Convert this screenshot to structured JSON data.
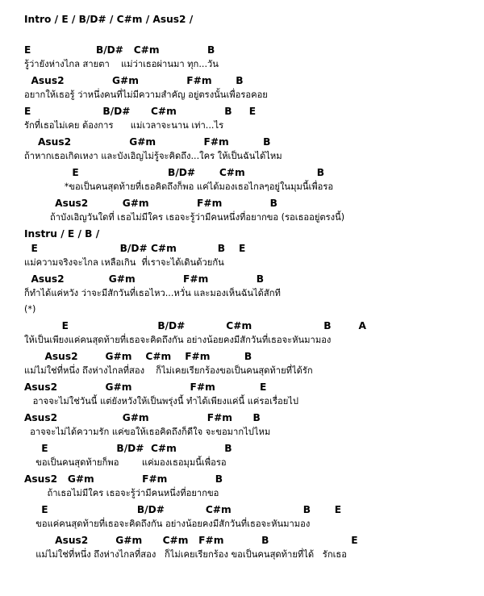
{
  "lines": [
    {
      "kind": "section",
      "text": "Intro / E / B/D# / C#m / Asus2 /"
    },
    {
      "kind": "chord",
      "text": "E                   B/D#   C#m              B"
    },
    {
      "kind": "lyric",
      "text": "รู้ว่ายังห่างไกล สายตา    แม่ว่าเธอผ่านมา ทุก...วัน"
    },
    {
      "kind": "chord",
      "text": "  Asus2              G#m              F#m       B"
    },
    {
      "kind": "lyric",
      "text": "อยากให้เธอรู้ ว่าหนึ่งคนที่ไม่มีความสำคัญ อยู่ตรงนั้นเพื่อรอคอย"
    },
    {
      "kind": "chord",
      "text": "E                     B/D#      C#m              B     E"
    },
    {
      "kind": "lyric",
      "text": "รักที่เธอไม่เคย ต้องการ      แม่เวลาจะนาน เท่า...ไร"
    },
    {
      "kind": "chord",
      "text": "    Asus2                 G#m              F#m          B"
    },
    {
      "kind": "lyric",
      "text": "ถ้าหากเธอเกิดเหงา และบังเอิญไม่รู้จะคิดถึง...ใคร ให้เป็นฉันได้ไหม"
    },
    {
      "kind": "chord",
      "text": "              E                          B/D#       C#m                     B"
    },
    {
      "kind": "lyric",
      "text": "              *ขอเป็นคนสุดท้ายที่เธอคิดถึงก็พอ แค่ได้มองเธอไกลๆอยู่ในมุมนี้เพื่อรอ"
    },
    {
      "kind": "chord",
      "text": "         Asus2          G#m              F#m              B"
    },
    {
      "kind": "lyric",
      "text": "         ถ้าบังเอิญวันใดที่ เธอไม่มีใคร เธอจะรู้ว่ามีคนหนึ่งที่อยากขอ (รอเธออยู่ตรงนี้)"
    },
    {
      "kind": "section",
      "text": "Instru / E / B /"
    },
    {
      "kind": "chord",
      "text": "  E                        B/D# C#m            B    E"
    },
    {
      "kind": "lyric",
      "text": "แม่ความจริงจะไกล เหลือเกิน  ที่เราจะได้เดินด้วยกัน"
    },
    {
      "kind": "chord",
      "text": "  Asus2             G#m              F#m              B"
    },
    {
      "kind": "lyric",
      "text": "ก็ทำได้แค่หวัง ว่าจะมีสักวันที่เธอไหว...หวั่น และมองเห็นฉันได้สักที"
    },
    {
      "kind": "lyric",
      "text": "(*)"
    },
    {
      "kind": "chord",
      "text": "           E                          B/D#            C#m                     B        A"
    },
    {
      "kind": "lyric",
      "text": "ให้เป็นเพียงแค่คนสุดท้ายที่เธอจะคิดถึงกัน อย่างน้อยคงมีสักวันที่เธอจะหันมามอง"
    },
    {
      "kind": "chord",
      "text": "      Asus2        G#m    C#m    F#m          B"
    },
    {
      "kind": "lyric",
      "text": "แม่ไม่ใช่ที่หนึ่ง ถึงห่างไกลที่สอง    ก็ไม่เคยเรียกร้องขอเป็นคนสุดท้ายที่ได้รัก"
    },
    {
      "kind": "chord",
      "text": "Asus2              G#m                 F#m             E"
    },
    {
      "kind": "lyric",
      "text": "   อาจจะไม่ใช่วันนี้ แต่ยังหวังให้เป็นพรุ่งนี้ ทำได้เพียงแค่นี้ แค่รอเรื่อยไป"
    },
    {
      "kind": "chord",
      "text": "Asus2                   G#m                 F#m      B"
    },
    {
      "kind": "lyric",
      "text": "  อาจจะไม่ได้ความรัก แค่ขอให้เธอคิดถึงก็ดีใจ จะขอมากไปไหม"
    },
    {
      "kind": "chord",
      "text": "     E                    B/D#  C#m              B"
    },
    {
      "kind": "lyric",
      "text": "    ขอเป็นคนสุดท้ายก็พอ        แค่มองเธอมุมนี้เพื่อรอ"
    },
    {
      "kind": "chord",
      "text": "Asus2   G#m              F#m              B"
    },
    {
      "kind": "lyric",
      "text": "        ถ้าเธอไม่มีใคร เธอจะรู้ว่ามีคนหนึ่งที่อยากขอ"
    },
    {
      "kind": "chord",
      "text": "     E                          B/D#            C#m                     B       E"
    },
    {
      "kind": "lyric",
      "text": "    ขอแค่คนสุดท้ายที่เธอจะคิดถึงกัน อย่างน้อยคงมีสักวันที่เธอจะหันมามอง"
    },
    {
      "kind": "chord",
      "text": "         Asus2        G#m      C#m   F#m           B                        E"
    },
    {
      "kind": "lyric",
      "text": "    แม่ไม่ใช่ที่หนึ่ง ถึงห่างไกลที่สอง   ก็ไม่เคยเรียกร้อง ขอเป็นคนสุดท้ายที่ได้   รักเธอ"
    }
  ]
}
